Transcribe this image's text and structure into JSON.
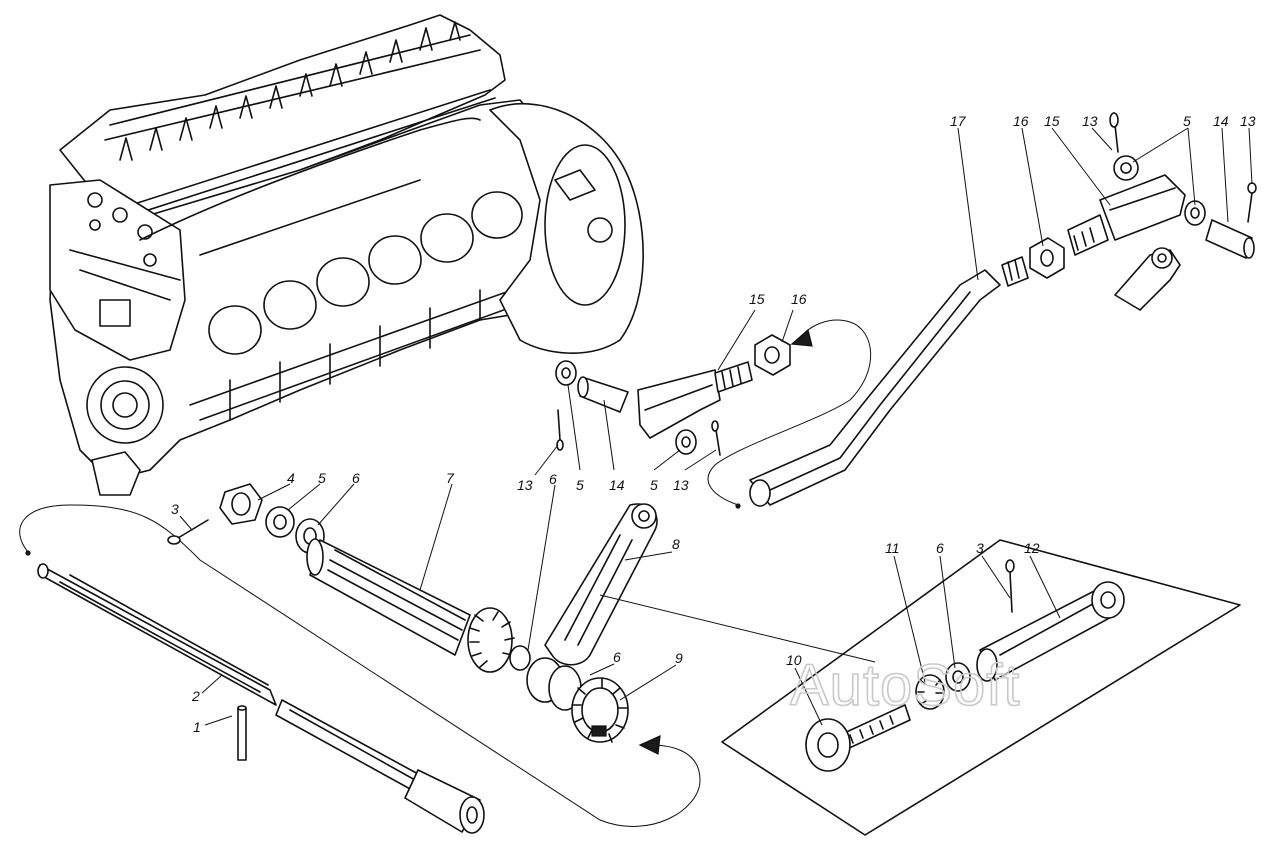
{
  "watermark": "AutoSoft",
  "callouts": [
    {
      "id": "c1",
      "text": "1"
    },
    {
      "id": "c2",
      "text": "2"
    },
    {
      "id": "c3a",
      "text": "3"
    },
    {
      "id": "c4",
      "text": "4"
    },
    {
      "id": "c5a",
      "text": "5"
    },
    {
      "id": "c6a",
      "text": "6"
    },
    {
      "id": "c7",
      "text": "7"
    },
    {
      "id": "c13a",
      "text": "13"
    },
    {
      "id": "c6b",
      "text": "6"
    },
    {
      "id": "c5b",
      "text": "5"
    },
    {
      "id": "c14a",
      "text": "14"
    },
    {
      "id": "c5c",
      "text": "5"
    },
    {
      "id": "c13b",
      "text": "13"
    },
    {
      "id": "c15a",
      "text": "15"
    },
    {
      "id": "c16a",
      "text": "16"
    },
    {
      "id": "c8",
      "text": "8"
    },
    {
      "id": "c6c",
      "text": "6"
    },
    {
      "id": "c9",
      "text": "9"
    },
    {
      "id": "c10",
      "text": "10"
    },
    {
      "id": "c11",
      "text": "11"
    },
    {
      "id": "c6d",
      "text": "6"
    },
    {
      "id": "c3b",
      "text": "3"
    },
    {
      "id": "c12",
      "text": "12"
    },
    {
      "id": "c17",
      "text": "17"
    },
    {
      "id": "c16b",
      "text": "16"
    },
    {
      "id": "c15b",
      "text": "15"
    },
    {
      "id": "c13c",
      "text": "13"
    },
    {
      "id": "c5d",
      "text": "5"
    },
    {
      "id": "c14b",
      "text": "14"
    },
    {
      "id": "c13d",
      "text": "13"
    }
  ]
}
